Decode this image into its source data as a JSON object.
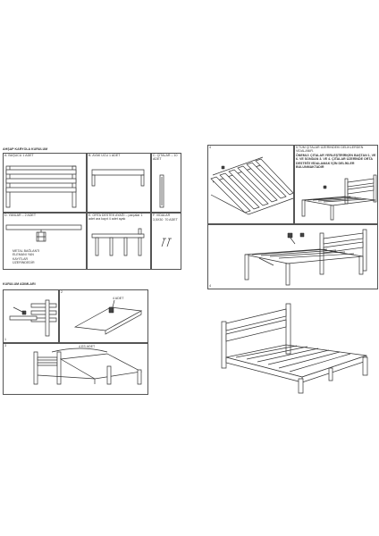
{
  "parts": {
    "section_title": "AHŞAP KARYOLA KURULUM",
    "a_label": "A. BAŞUCU 1 ADET",
    "b_label": "B. AYAK UCU 1 ADET",
    "c_label": "C. ÇITALAR – 10 ADET",
    "d_label": "D. YANLAR – 2 ADET",
    "e_label": "E. ORTA DESTEK AYAĞI – parçalar 1 adet ara kayıt 4 adet ayak",
    "f_label": "F. VİDALAR",
    "f_spec": "3,5X30  70 ADET",
    "d_note": "METAL BAĞLANTI ELEMANI YAN KAYITLAR ÜZERİNDEDİR"
  },
  "assembly": {
    "section_title": "KURULUM ADIMLARI",
    "step1": "1",
    "step2": "2",
    "step2_note": "4 ADET",
    "step3": "3",
    "step3_note": "4 ES ADET",
    "step4": "4",
    "step4_note_title": "5 TÜM ÇITALAR ÜZERİNDEKİ DELİKLERDEN VİDALANIR.",
    "step4_note_body": "ÖNEMLİ: ÇITALAR YERLEŞTİRİRKEN BAŞTAN 1, VE 6. VE SONDAN 3. VE 4. ÇITALAR ÜZERİNDE ORTA DESTEĞİ VİDALAMAK İÇİN DELİKLER BULUNMAKTADIR",
    "step4_top_label": "4"
  }
}
